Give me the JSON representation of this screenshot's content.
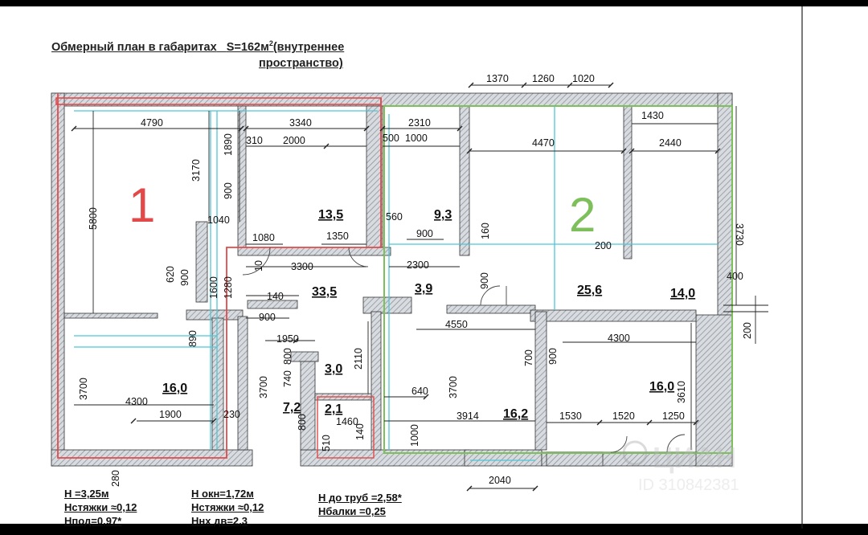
{
  "title": {
    "line1_prefix": "Обмерный план в габаритах",
    "line1_area": "S=162м",
    "line1_sup": "2",
    "line1_suffix": "(внутреннее",
    "line2": "пространство)"
  },
  "zones": {
    "zone1": {
      "label": "1",
      "color": "#e24a4a"
    },
    "zone2": {
      "label": "2",
      "color": "#7dbf5a"
    }
  },
  "areas": [
    "13,5",
    "9,3",
    "33,5",
    "3,9",
    "25,6",
    "14,0",
    "3,0",
    "16,0",
    "7,2",
    "2,1",
    "16,2",
    "16,0"
  ],
  "dimensions": {
    "top": [
      "1370",
      "1260",
      "1020"
    ],
    "row1": [
      "4790",
      "3340",
      "2310",
      "1430"
    ],
    "row2": [
      "2000",
      "310",
      "500",
      "1000",
      "4470",
      "2440"
    ],
    "left_verticals": [
      "5800",
      "3170",
      "1890",
      "900",
      "1040"
    ],
    "mid1": [
      "1080",
      "1350",
      "560",
      "900",
      "160",
      "200"
    ],
    "mid2": [
      "3300",
      "2300",
      "900",
      "620",
      "900",
      "1600",
      "1280",
      "10"
    ],
    "mid3": [
      "140",
      "900",
      "4550",
      "400",
      "200",
      "3730"
    ],
    "lower": [
      "1950",
      "800",
      "740",
      "2110",
      "700",
      "900",
      "4300",
      "890"
    ],
    "bottom_left": [
      "3700",
      "4300",
      "1900",
      "230",
      "280",
      "3700"
    ],
    "bottom_mid": [
      "640",
      "3700",
      "3914",
      "1000",
      "800",
      "510",
      "1460",
      "140"
    ],
    "bottom_right": [
      "1530",
      "1520",
      "1250",
      "3610",
      "2040"
    ]
  },
  "footer": {
    "col1": [
      "H =3,25м",
      "Нстяжки ≈0,12",
      "Нпод=0,97*"
    ],
    "col2": [
      "Н окн=1,72м",
      "Нстяжки ≈0,12",
      "Ннх дв=2,3"
    ],
    "col3": [
      "Н до труб =2,58*",
      "Нбалки =0,25"
    ]
  },
  "watermark": {
    "brand": "ЦИАН",
    "id": "ID 310842381"
  },
  "colors": {
    "wall_hatch": "#aab0b8",
    "line": "#222222",
    "cyan": "#4ec7d8",
    "background": "#ffffff"
  }
}
